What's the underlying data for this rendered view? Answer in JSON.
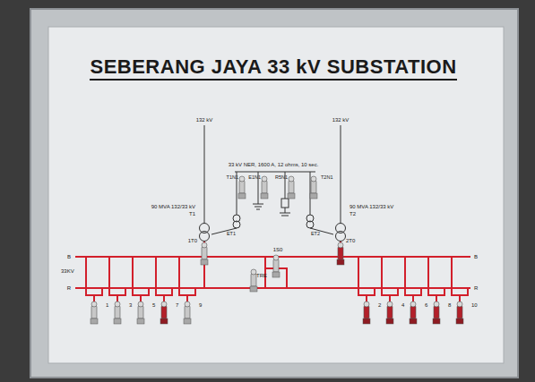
{
  "diagram": {
    "title": "SEBERANG JAYA 33 kV SUBSTATION",
    "labels": [
      "132 kV",
      "132 kV",
      "33 kV NER, 1600 A, 12 ohms, 10 sec.",
      "T1N1",
      "E1N1",
      "R5N1",
      "T2N1",
      "90 MVA 132/33 kV",
      "T1",
      "ET1",
      "ET2",
      "90 MVA 132/33 kV",
      "T2",
      "1T0",
      "2T0",
      "1S0",
      "TRE",
      "B",
      "R",
      "B",
      "R",
      "33KV",
      "1",
      "3",
      "5",
      "7",
      "9",
      "2",
      "4",
      "6",
      "8",
      "10"
    ]
  }
}
